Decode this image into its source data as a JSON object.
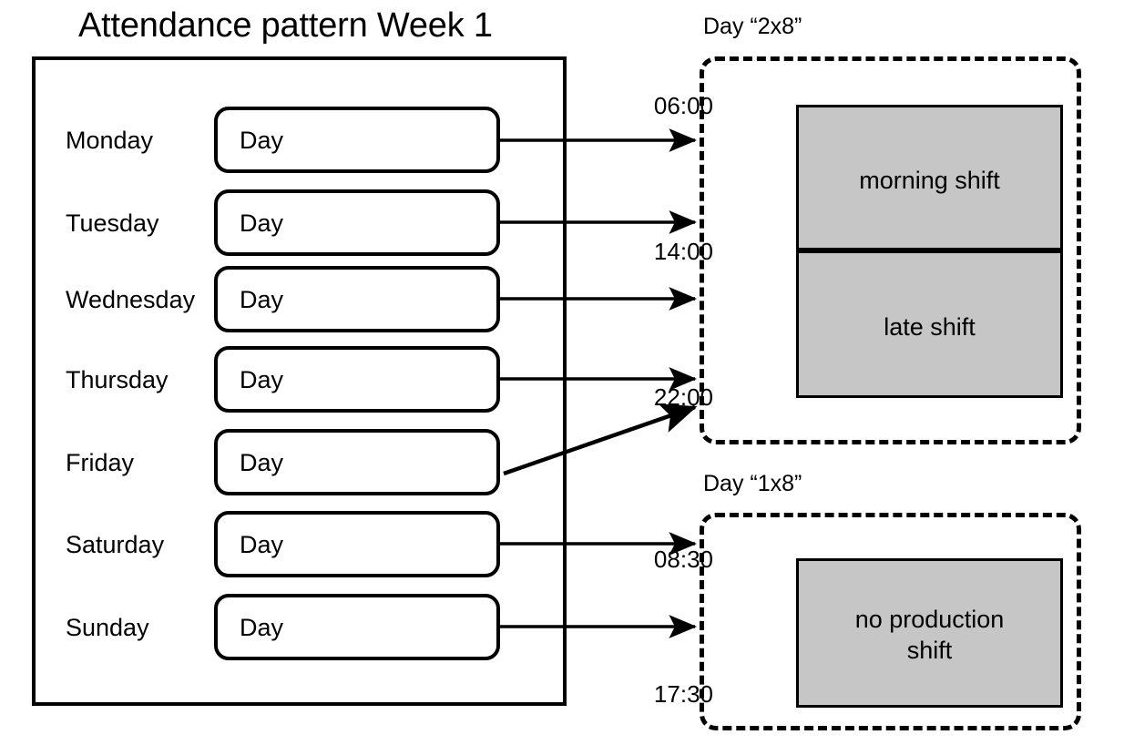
{
  "diagram": {
    "title": "Attendance pattern Week 1",
    "week_panel": {
      "rows": [
        {
          "day": "Monday",
          "pattern": "Day",
          "target": "2x8"
        },
        {
          "day": "Tuesday",
          "pattern": "Day",
          "target": "2x8"
        },
        {
          "day": "Wednesday",
          "pattern": "Day",
          "target": "2x8"
        },
        {
          "day": "Thursday",
          "pattern": "Day",
          "target": "2x8"
        },
        {
          "day": "Friday",
          "pattern": "Day",
          "target": "2x8"
        },
        {
          "day": "Saturday",
          "pattern": "Day",
          "target": "1x8"
        },
        {
          "day": "Sunday",
          "pattern": "Day",
          "target": "1x8"
        }
      ]
    },
    "panels": [
      {
        "id": "2x8",
        "title": "Day “2x8”",
        "times": {
          "start": "06:00",
          "middle": "14:00",
          "end": "22:00"
        },
        "shifts": [
          {
            "name": "morning shift",
            "from": "06:00",
            "to": "14:00"
          },
          {
            "name": "late shift",
            "from": "14:00",
            "to": "22:00"
          }
        ]
      },
      {
        "id": "1x8",
        "title": "Day “1x8”",
        "times": {
          "start": "08:30",
          "end": "17:30"
        },
        "shifts": [
          {
            "name": "no production\nshift",
            "from": "08:30",
            "to": "17:30"
          }
        ]
      }
    ],
    "colors": {
      "shift_fill": "#C6C6C6",
      "stroke": "#000000",
      "background": "#FFFFFF"
    }
  }
}
